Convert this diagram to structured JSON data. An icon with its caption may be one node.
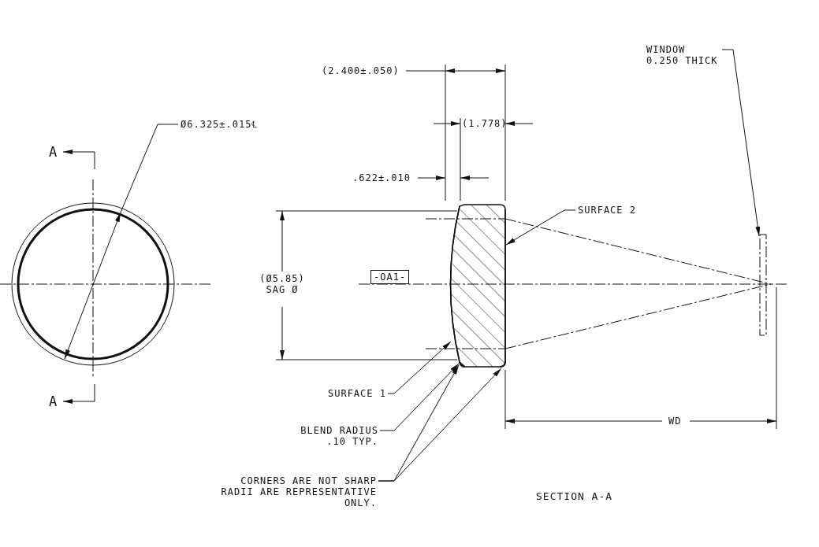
{
  "diagram": {
    "nodes": [
      {
        "text": [
          "WINDOW 0.250 THICK"
        ]
      },
      {
        "text": [],
        "shape": "bar"
      },
      {
        "text": [
          "SURFACE 2"
        ]
      },
      {
        "text": [],
        "shape": "line"
      },
      {
        "text": [
          "SURFACE 1"
        ]
      },
      {
        "text": [],
        "shape": "curve"
      },
      {
        "text": [
          "BLEND RADIUS .10 TYP."
        ]
      },
      {
        "text": [],
        "shape": "arc"
      },
      {
        "text": [
          "CORNERS ARE NOT SHARP RADII ARE REPRESENTATIVE ONLY."
        ]
      },
      {
        "text": [],
        "shape": "arc"
      }
    ],
    "edges": [
      {
        "from": 0,
        "to": 1,
        "arrow": "to"
      },
      {
        "from": 2,
        "to": 3,
        "arrow": "to"
      },
      {
        "from": 4,
        "to": 5,
        "arrow": "to"
      },
      {
        "from": 6,
        "to": 7,
        "arrow": "to"
      },
      {
        "from": 8,
        "to": 7,
        "arrow": "to"
      },
      {
        "from": 8,
        "to": 9,
        "arrow": "to"
      }
    ],
    "labels": [
      "(2.400±.050)",
      "Ø6.325±.015℄",
      "(1.778)",
      "A",
      ".622±.010",
      "(Ø5.85) SAG Ø",
      "-OA1-",
      "A",
      "WD",
      "SECTION A-A"
    ]
  }
}
